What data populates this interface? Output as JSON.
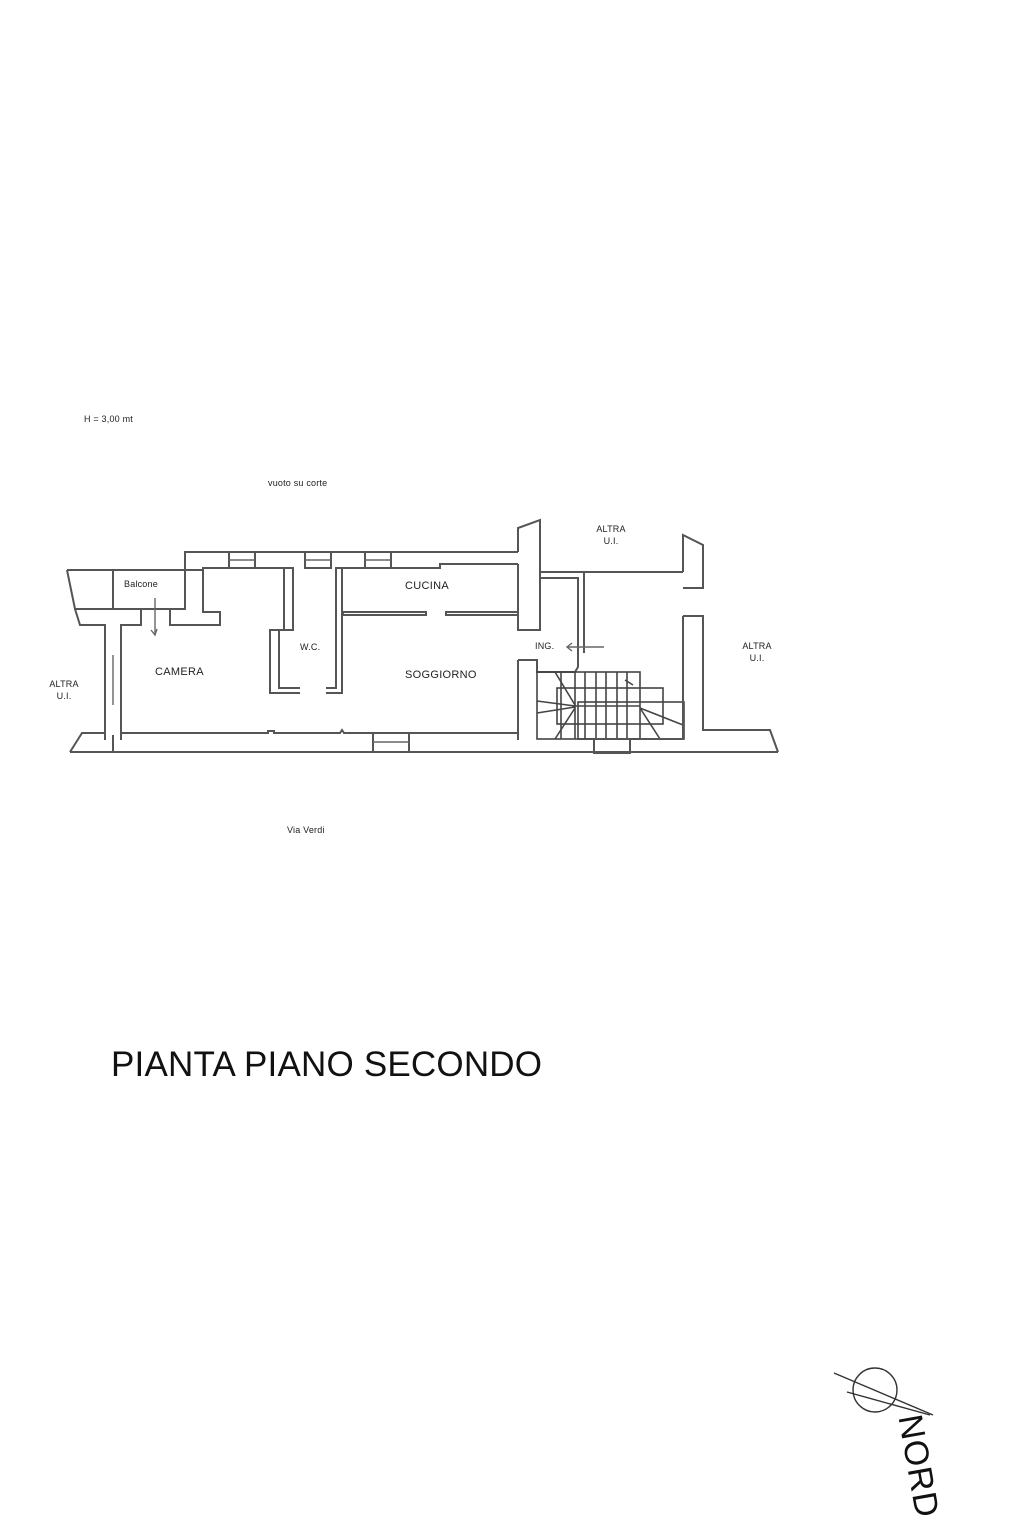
{
  "plan": {
    "height_note": "H = 3,00 mt",
    "top_label": "vuoto su corte",
    "bottom_label": "Via Verdi",
    "rooms": [
      {
        "id": "balcone",
        "label": "Balcone"
      },
      {
        "id": "camera",
        "label": "CAMERA"
      },
      {
        "id": "wc",
        "label": "W.C."
      },
      {
        "id": "cucina",
        "label": "CUCINA"
      },
      {
        "id": "soggiorno",
        "label": "SOGGIORNO"
      },
      {
        "id": "ingresso",
        "label": "ING."
      }
    ],
    "neighbors": [
      {
        "id": "west",
        "line1": "ALTRA",
        "line2": "U.I."
      },
      {
        "id": "north",
        "line1": "ALTRA",
        "line2": "U.I."
      },
      {
        "id": "east",
        "line1": "ALTRA",
        "line2": "U.I."
      }
    ]
  },
  "title": "PIANTA PIANO SECONDO",
  "compass": {
    "label": "NORD",
    "icon": "north-arrow-icon"
  }
}
